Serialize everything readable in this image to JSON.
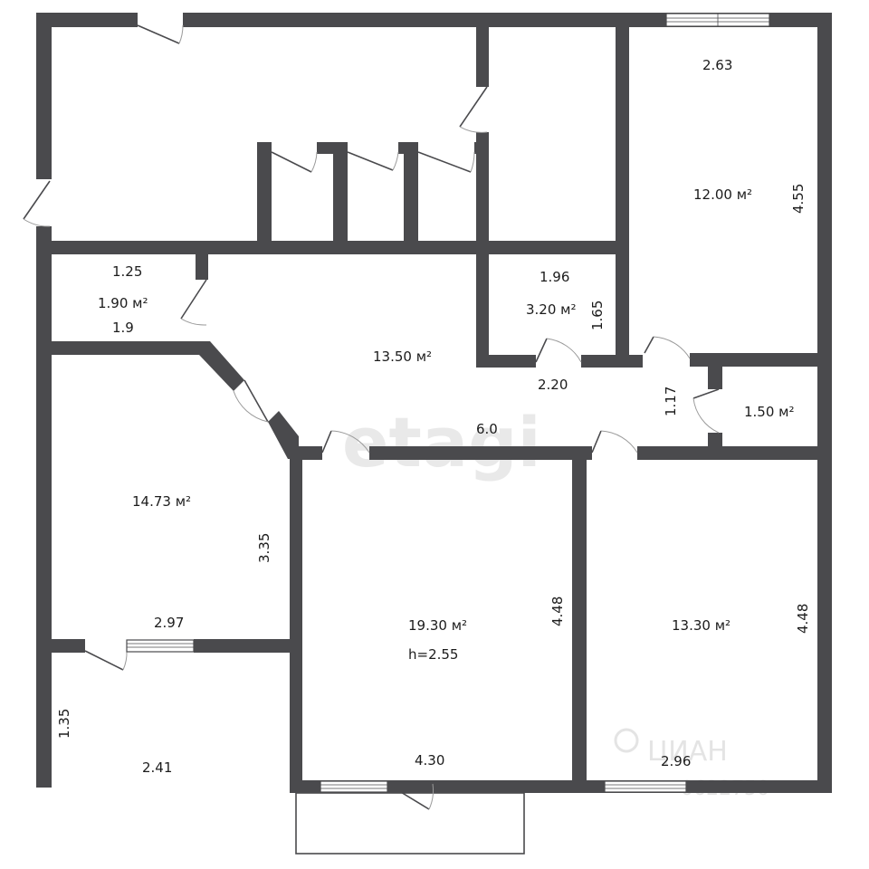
{
  "rooms": {
    "top_right": {
      "area": "12.00 м²",
      "width": "2.63",
      "height": "4.55"
    },
    "small_left": {
      "area": "1.90 м²",
      "width": "1.25",
      "height": "1.9"
    },
    "hall": {
      "area": "13.50 м²",
      "length": "6.0",
      "width": "2.20"
    },
    "small_mid": {
      "area": "3.20 м²",
      "width": "1.96",
      "height": "1.65"
    },
    "bath": {
      "area": "1.50 м²",
      "width": "1.17"
    },
    "left": {
      "area": "14.73 м²",
      "width": "2.97",
      "height": "3.35"
    },
    "bottom_left": {
      "width": "2.41",
      "height": "1.35"
    },
    "center": {
      "area": "19.30 м²",
      "ceiling": "h=2.55",
      "width": "4.30",
      "height": "4.48"
    },
    "right": {
      "area": "13.30 м²",
      "width": "2.96",
      "height": "4.48"
    }
  },
  "watermark": {
    "brand": "etagi",
    "logo_text": "ЦИАН",
    "id_text": "0622750"
  },
  "colors": {
    "wall": "#4a4a4d",
    "text": "#1c1c1c",
    "watermark": "#e9e9e9"
  }
}
